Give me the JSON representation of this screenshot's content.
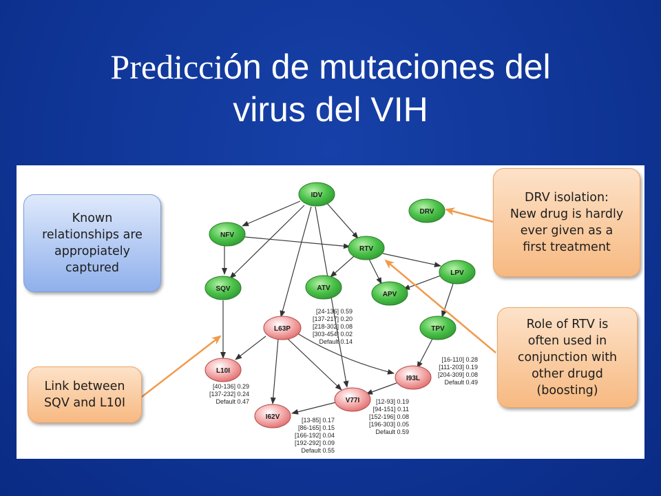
{
  "slide": {
    "title_serif": "Predicci",
    "title_sans": "ón de mutaciones del",
    "title_line2": "virus del VIH"
  },
  "callouts": {
    "known": "Known\nrelationships are\nappropiately\ncaptured",
    "link": "Link between\nSQV and L10I",
    "drv": "DRV isolation:\nNew drug is hardly\never given as a\nfirst treatment",
    "rtv": "Role of RTV is\noften used in\nconjunction with\nother drugd\n(boosting)"
  },
  "nodes": {
    "idv": "IDV",
    "nfv": "NFV",
    "rtv": "RTV",
    "drv": "DRV",
    "lpv": "LPV",
    "sqv": "SQV",
    "atv": "ATV",
    "apv": "APV",
    "tpv": "TPV",
    "l63p": "L63P",
    "l10i": "L10I",
    "i93l": "I93L",
    "v77i": "V77I",
    "i62v": "I62V"
  },
  "tables": {
    "l63p": [
      "[24-136] 0.59",
      "[137-217] 0.20",
      "[218-302] 0.08",
      "[303-454] 0.02",
      "Default 0.14"
    ],
    "l10i": [
      "[40-136] 0.29",
      "[137-232] 0.24",
      "Default 0.47"
    ],
    "i93l": [
      "[16-110] 0.28",
      "[111-203] 0.19",
      "[204-309] 0.08",
      "Default 0.49"
    ],
    "v77i": [
      "[12-93] 0.19",
      "[94-151] 0.11",
      "[152-196] 0.08",
      "[196-303] 0.05",
      "Default 0.59"
    ],
    "i62v": [
      "[13-85] 0.17",
      "[86-165] 0.15",
      "[166-192] 0.04",
      "[192-292] 0.09",
      "Default 0.55"
    ]
  },
  "colors": {
    "drug_node": "#44c044",
    "mutation_node": "#ef8a8a",
    "pointer_arrow": "#f09a4a"
  }
}
